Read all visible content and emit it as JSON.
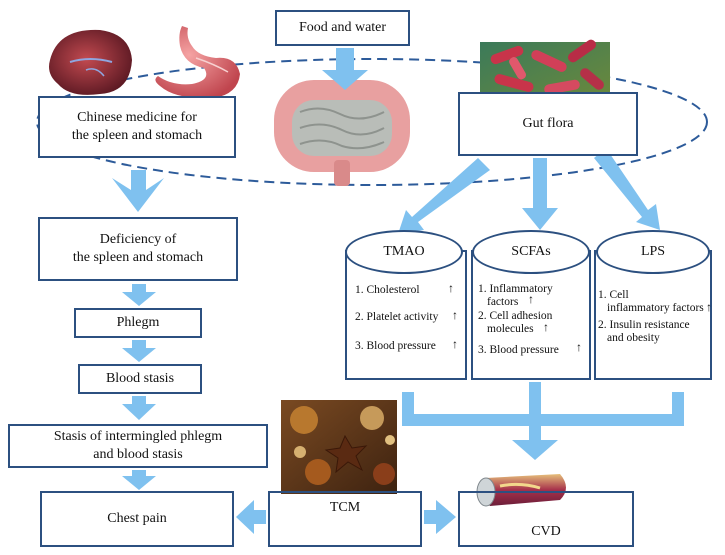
{
  "food": "Food and water",
  "chinese_medicine": [
    "Chinese medicine for",
    "the spleen and stomach"
  ],
  "gut_flora": "Gut flora",
  "deficiency": [
    "Deficiency of",
    "the spleen and stomach"
  ],
  "phlegm": "Phlegm",
  "blood_stasis": "Blood stasis",
  "stasis_mixed": [
    "Stasis of intermingled phlegm",
    "and blood stasis"
  ],
  "chest_pain": "Chest pain",
  "tcm": "TCM",
  "cvd": "CVD",
  "up_arrow": "↑",
  "metabolites": [
    {
      "name": "TMAO",
      "items": [
        "1. Cholesterol",
        "2. Platelet activity",
        "3. Blood pressure"
      ]
    },
    {
      "name": "SCFAs",
      "items": [
        "1. Inflammatory",
        "factors",
        "2. Cell adhesion",
        "molecules",
        "3. Blood pressure"
      ]
    },
    {
      "name": "LPS",
      "items": [
        "1. Cell",
        "inflammatory factors",
        "2. Insulin resistance",
        "and obesity"
      ]
    }
  ],
  "colors": {
    "arrow": "#7fc1ef",
    "border": "#2c5080",
    "dash": "#2d5b9a"
  }
}
